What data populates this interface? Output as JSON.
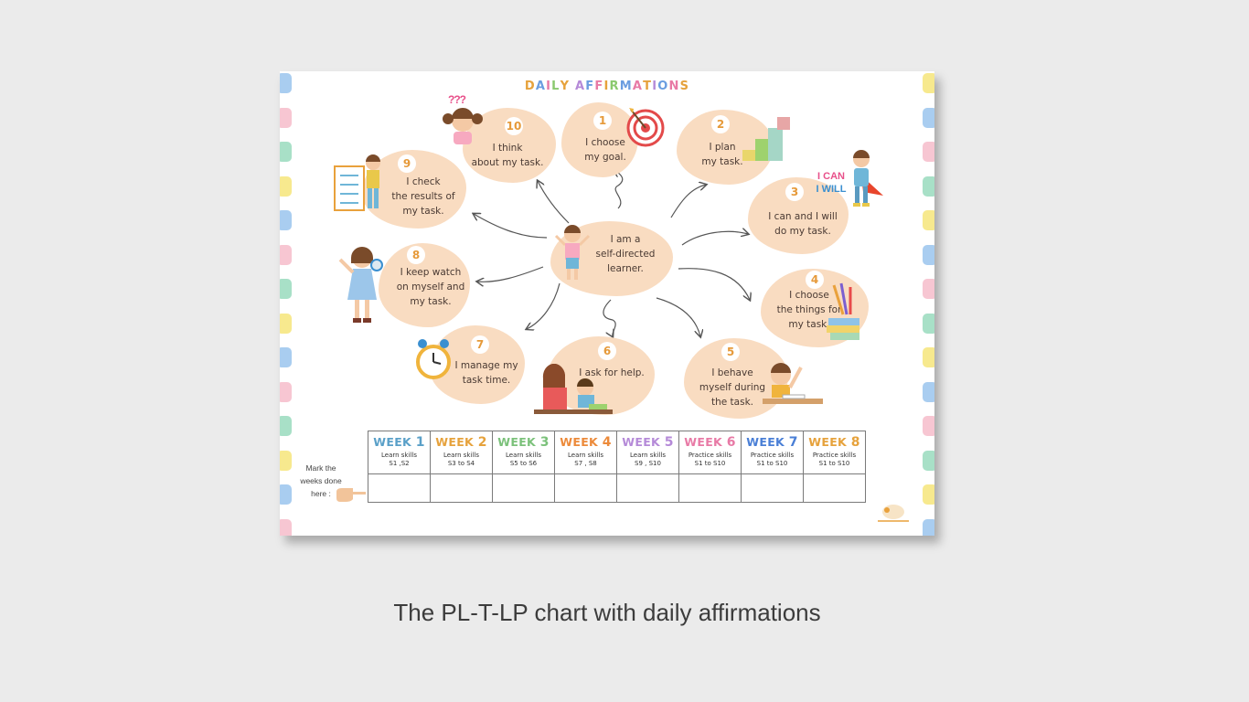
{
  "poster": {
    "title": "DAILY AFFIRMATIONS",
    "title_colors": [
      "#e6a23c",
      "#6b9de0",
      "#e87aa6",
      "#8ac96e",
      "#e6a23c",
      "#b58ad8",
      "#6b9de0",
      "#e87aa6",
      "#e6a23c",
      "#8ac96e",
      "#6b9de0",
      "#e87aa6",
      "#e6a23c",
      "#b58ad8",
      "#6b9de0",
      "#e87aa6",
      "#e6a23c",
      "#8ac96e"
    ],
    "center": {
      "text": "I am a\nself-directed\nlearner."
    },
    "nodes": [
      {
        "num": "1",
        "text": "I choose\nmy goal."
      },
      {
        "num": "2",
        "text": "I plan\nmy task."
      },
      {
        "num": "3",
        "text": "I can and I will\ndo my task."
      },
      {
        "num": "4",
        "text": "I choose\nthe things for\nmy task."
      },
      {
        "num": "5",
        "text": "I  behave\nmyself during\nthe task."
      },
      {
        "num": "6",
        "text": "I ask for help."
      },
      {
        "num": "7",
        "text": "I manage my\ntask time."
      },
      {
        "num": "8",
        "text": "I keep watch\non myself and\nmy  task."
      },
      {
        "num": "9",
        "text": "I check\nthe results of\nmy task."
      },
      {
        "num": "10",
        "text": "I think\nabout my task."
      }
    ],
    "icons": {
      "target": "target-icon",
      "stairs": "stairs-icon",
      "i_can_i_will": {
        "line1": "I CAN",
        "line2": "I WILL"
      },
      "question_marks": "???"
    },
    "weeks": [
      {
        "label": "WEEK",
        "num": "1",
        "color": "#5aa0c8",
        "line1": "Learn skills",
        "line2": "S1 ,S2"
      },
      {
        "label": "WEEK",
        "num": "2",
        "color": "#e6a23c",
        "line1": "Learn skills",
        "line2": "S3 to S4"
      },
      {
        "label": "WEEK",
        "num": "3",
        "color": "#7bc17a",
        "line1": "Learn skills",
        "line2": "S5 to S6"
      },
      {
        "label": "WEEK",
        "num": "4",
        "color": "#ec8a3a",
        "line1": "Learn skills",
        "line2": "S7 , S8"
      },
      {
        "label": "WEEK",
        "num": "5",
        "color": "#b58ad8",
        "line1": "Learn skills",
        "line2": "S9 , S10"
      },
      {
        "label": "WEEK",
        "num": "6",
        "color": "#e87aa6",
        "line1": "Practice skills",
        "line2": "S1 to S10"
      },
      {
        "label": "WEEK",
        "num": "7",
        "color": "#4a7fd6",
        "line1": "Practice skills",
        "line2": "S1 to S10"
      },
      {
        "label": "WEEK",
        "num": "8",
        "color": "#e6a23c",
        "line1": "Practice skills",
        "line2": "S1 to S10"
      }
    ],
    "mark_text": "Mark the\nweeks done\nhere :",
    "tab_colors": [
      "#a9cdf0",
      "#f7c6d2",
      "#a8e0c7",
      "#f7e98e"
    ],
    "blob_color": "#f9dcc1"
  },
  "caption": "The PL-T-LP chart with daily affirmations"
}
